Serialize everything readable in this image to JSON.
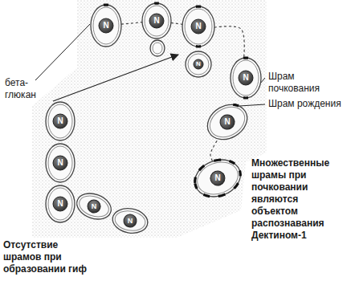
{
  "diagram": {
    "nodes": [
      {
        "text": [
          "N"
        ]
      },
      {
        "text": [
          "N"
        ]
      },
      {
        "text": [
          "N"
        ]
      },
      {
        "text": [
          "N"
        ]
      },
      {
        "text": [
          "N"
        ]
      },
      {
        "text": [
          "N"
        ]
      },
      {
        "text": [
          "N"
        ]
      },
      {
        "text": [
          "N"
        ]
      },
      {
        "text": [
          "N"
        ]
      },
      {
        "text": [
          "N"
        ]
      },
      {
        "text": [
          "N"
        ]
      },
      {
        "text": [
          "N"
        ]
      }
    ],
    "edges": [
      {
        "from": 0,
        "to": 1,
        "arrow": "none"
      },
      {
        "from": 1,
        "to": 2,
        "arrow": "none"
      },
      {
        "from": 2,
        "to": 4,
        "arrow": "none"
      },
      {
        "from": 5,
        "to": 6,
        "arrow": "none"
      }
    ],
    "labels": [
      "бета- глюкан",
      "Шрам почкования",
      "Шрам рождения",
      "Множественные шрамы при почковании являются объектом распознавания Дектином-1",
      "Отсутствие шрамов при образовании гиф"
    ]
  }
}
